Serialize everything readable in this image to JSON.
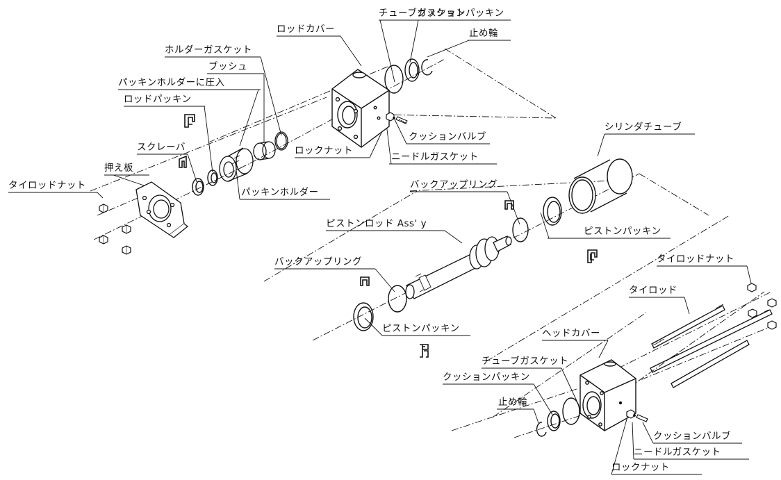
{
  "labels": {
    "tube_gasket_top": "チューブガスケット",
    "cushion_packing_top": "クッションパッキン",
    "stop_ring_top": "止め輪",
    "rod_cover": "ロッドカバー",
    "holder_gasket": "ホルダーガスケット",
    "bush": "ブッシュ",
    "press_fit": "パッキンホルダーに圧入",
    "rod_packing": "ロッドパッキン",
    "scraper": "スクレーバ",
    "press_plate": "押え板",
    "tie_rod_nut_left": "タイロッドナット",
    "lock_nut_top": "ロックナット",
    "cushion_valve_top": "クッションバルブ",
    "needle_gasket_top": "ニードルガスケット",
    "packing_holder": "パッキンホルダー",
    "cylinder_tube": "シリンダチューブ",
    "backup_ring_right": "バックアップリング",
    "piston_rod_assy": "ピストンロッド Ass' y",
    "piston_packing_right": "ピストンパッキン",
    "backup_ring_left": "バックアップリング",
    "piston_packing_left": "ピストンパッキン",
    "tie_rod_nut_right": "タイロッドナット",
    "tie_rod": "タイロッド",
    "head_cover": "ヘッドカバー",
    "tube_gasket_bottom": "チューブガスケット",
    "cushion_packing_bottom": "クッションパッキン",
    "stop_ring_bottom": "止め輪",
    "cushion_valve_bottom": "クッションバルブ",
    "needle_gasket_bottom": "ニードルガスケット",
    "lock_nut_bottom": "ロックナット"
  },
  "colors": {
    "ink": "#111111",
    "paper": "#ffffff"
  }
}
